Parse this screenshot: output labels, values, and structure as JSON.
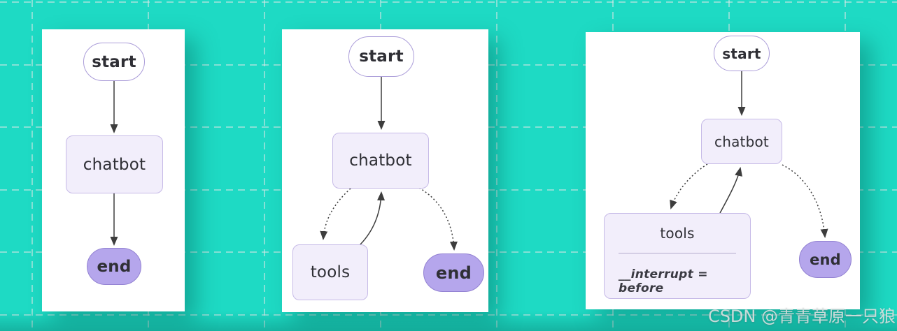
{
  "watermark": {
    "text": "CSDN @青青草原一只狼"
  },
  "colors": {
    "background_teal": "#1edac4",
    "grid_line": "#dbe7e6",
    "panel_background": "#ffffff",
    "node_fill_light": "#f2eefb",
    "node_border_light": "#c6bae7",
    "start_fill": "#ffffff",
    "start_border": "#ab9dd9",
    "end_fill": "#b5a6ec",
    "end_border": "#9382d2",
    "edge_stroke": "#3d3d3d",
    "label_text": "#2f2f35",
    "watermark_text": "#dfe3e3"
  },
  "diagrams": [
    {
      "nodes": {
        "start": "start",
        "chatbot": "chatbot",
        "end": "end"
      },
      "edges": [
        {
          "from": "start",
          "to": "chatbot",
          "style": "solid"
        },
        {
          "from": "chatbot",
          "to": "end",
          "style": "solid"
        }
      ]
    },
    {
      "nodes": {
        "start": "start",
        "chatbot": "chatbot",
        "tools": "tools",
        "end": "end"
      },
      "edges": [
        {
          "from": "start",
          "to": "chatbot",
          "style": "solid"
        },
        {
          "from": "chatbot",
          "to": "tools",
          "style": "dotted"
        },
        {
          "from": "tools",
          "to": "chatbot",
          "style": "solid"
        },
        {
          "from": "chatbot",
          "to": "end",
          "style": "dotted"
        }
      ]
    },
    {
      "nodes": {
        "start": "start",
        "chatbot": "chatbot",
        "tools": "tools",
        "tools_subtitle": "__interrupt = before",
        "end": "end"
      },
      "edges": [
        {
          "from": "start",
          "to": "chatbot",
          "style": "solid"
        },
        {
          "from": "chatbot",
          "to": "tools",
          "style": "dotted"
        },
        {
          "from": "tools",
          "to": "chatbot",
          "style": "solid"
        },
        {
          "from": "chatbot",
          "to": "end",
          "style": "dotted"
        }
      ]
    }
  ]
}
